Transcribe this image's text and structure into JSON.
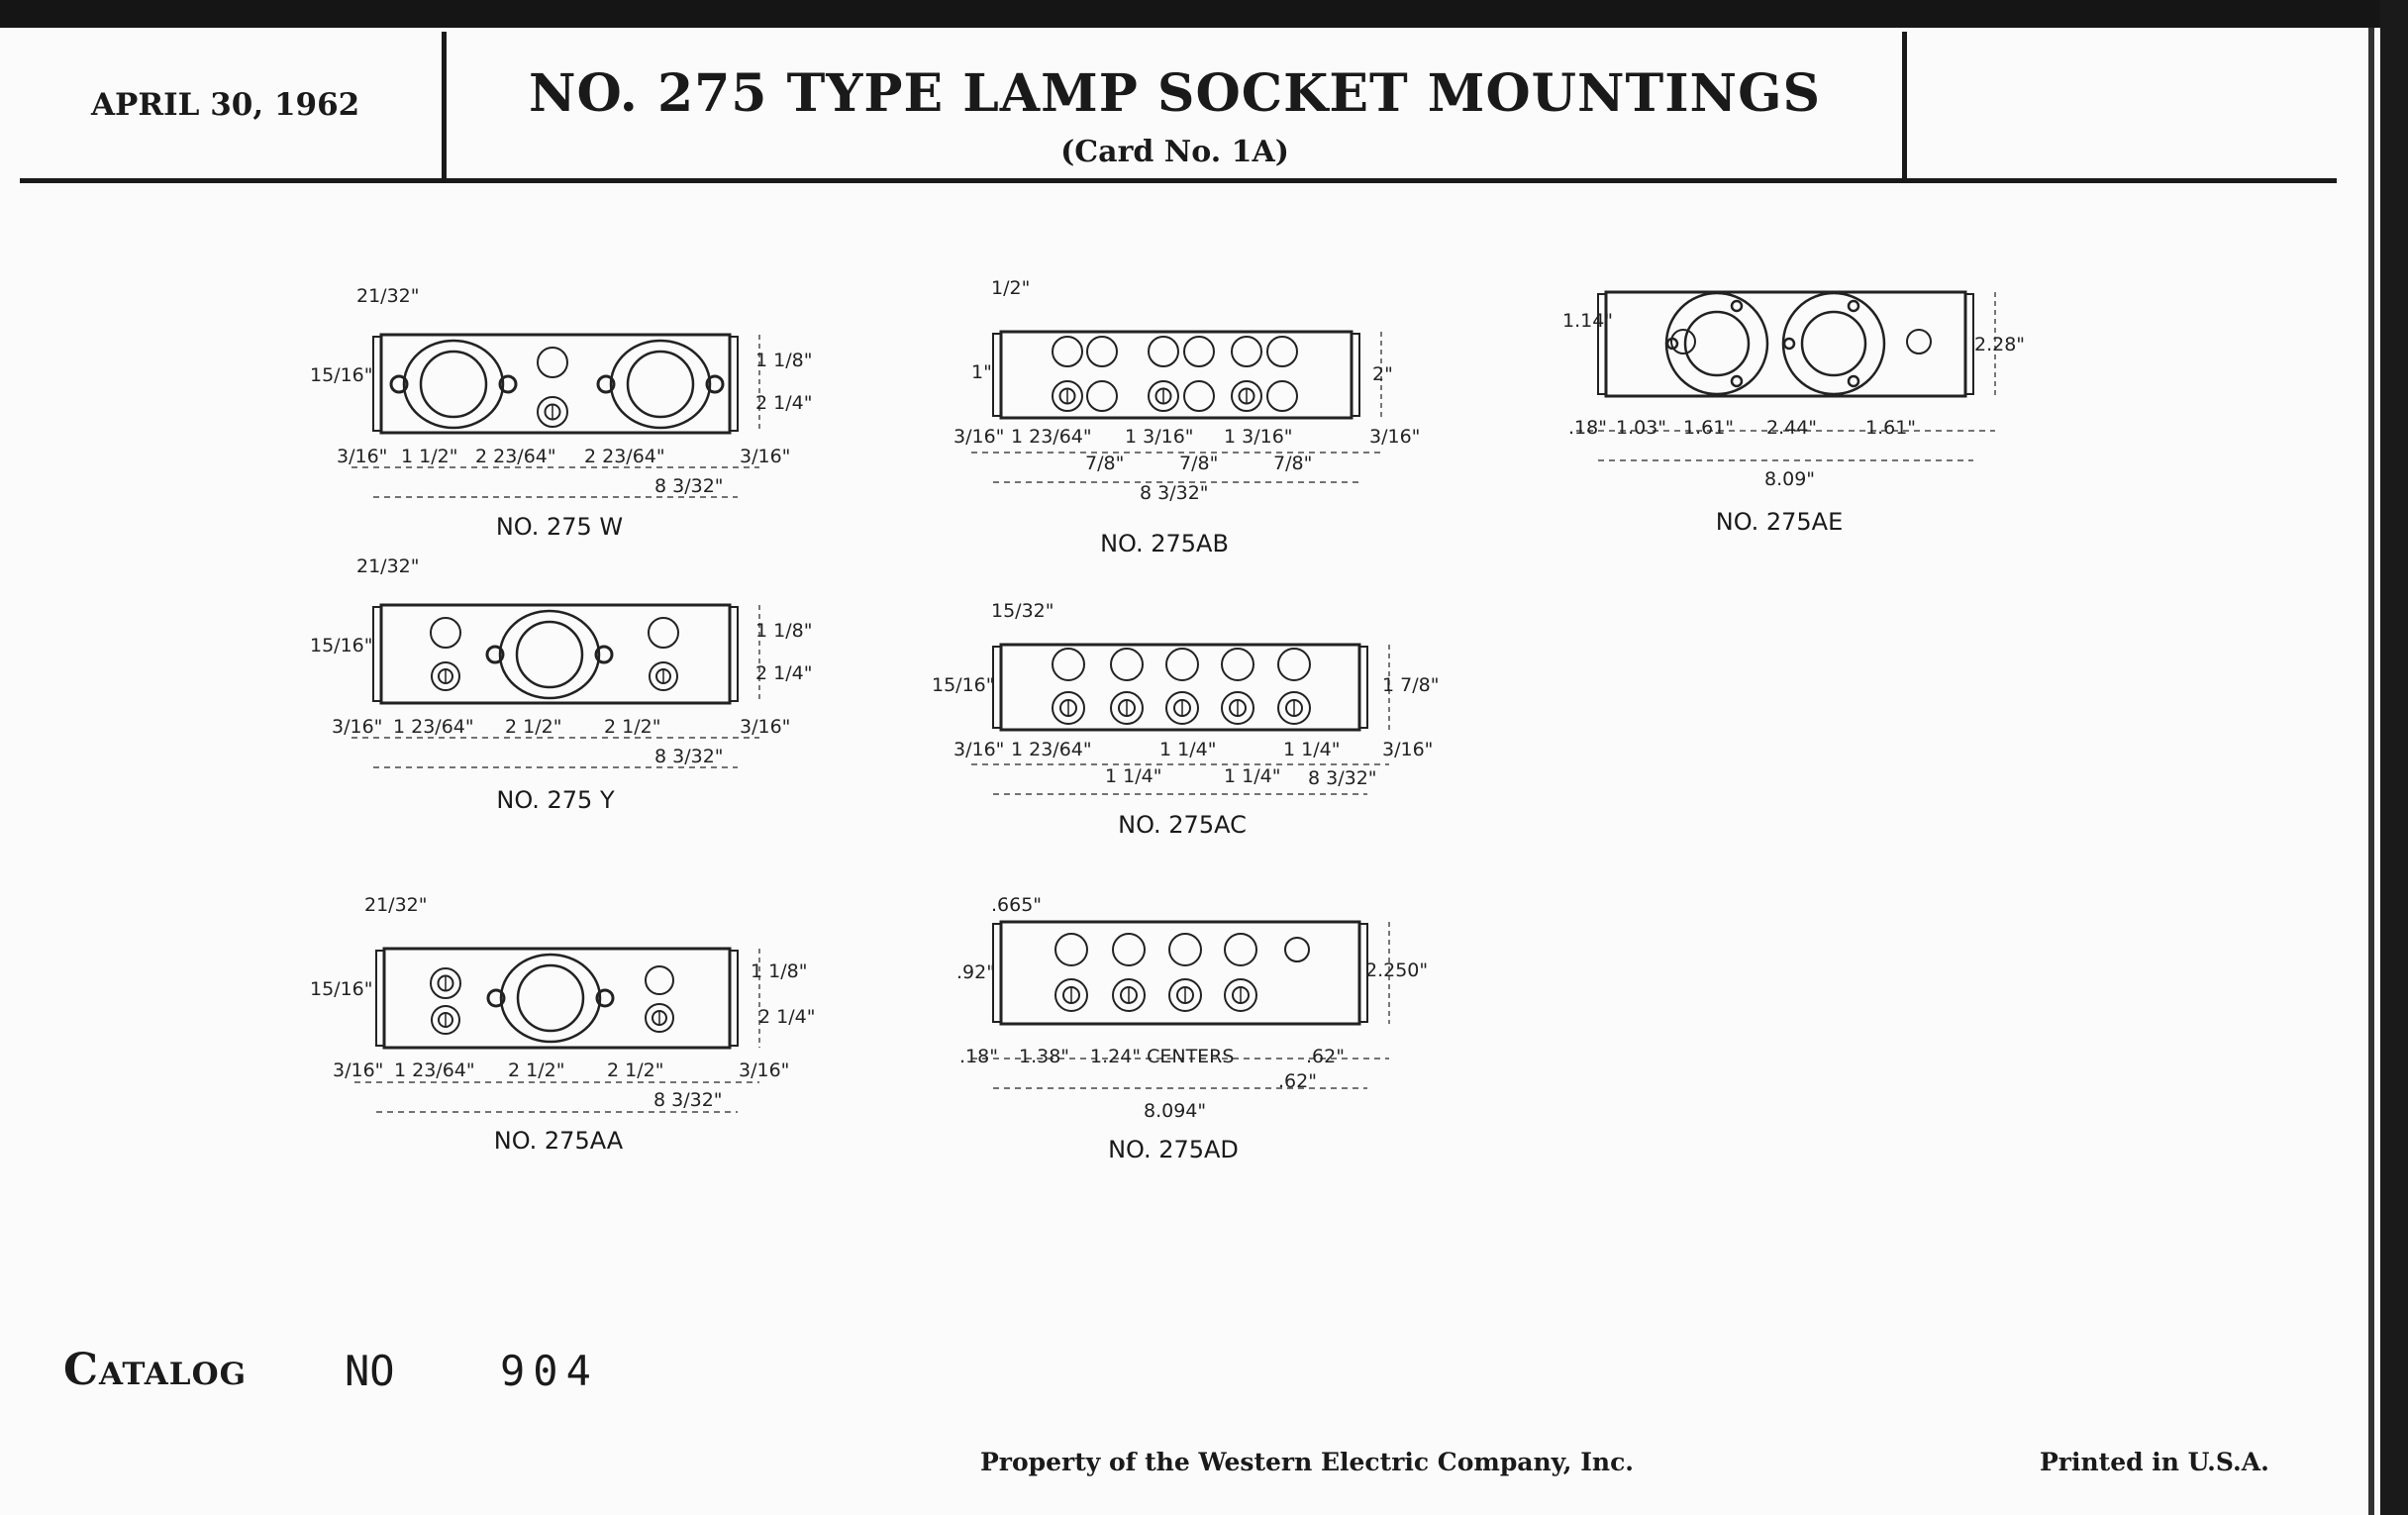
{
  "header": {
    "date": "APRIL 30, 1962",
    "title": "NO. 275 TYPE LAMP SOCKET MOUNTINGS",
    "card_no": "(Card No. 1A)"
  },
  "drawings": {
    "w": {
      "label": "NO. 275 W",
      "dims": [
        "21/32\"",
        "15/16\"",
        "1 1/8\"",
        "2 1/4\"",
        "3/16\"",
        "1 1/2\"",
        "2 23/64\"",
        "2 23/64\"",
        "3/16\"",
        "8 3/32\""
      ]
    },
    "y": {
      "label": "NO. 275 Y",
      "dims": [
        "21/32\"",
        "15/16\"",
        "1 1/8\"",
        "2 1/4\"",
        "3/16\"",
        "1 23/64\"",
        "2 1/2\"",
        "2 1/2\"",
        "3/16\"",
        "8 3/32\""
      ]
    },
    "aa": {
      "label": "NO. 275AA",
      "dims": [
        "21/32\"",
        "15/16\"",
        "1 1/8\"",
        "2 1/4\"",
        "3/16\"",
        "1 23/64\"",
        "2 1/2\"",
        "2 1/2\"",
        "3/16\"",
        "8 3/32\""
      ]
    },
    "ab": {
      "label": "NO. 275AB",
      "dims": [
        "1/2\"",
        "1\"",
        "2\"",
        "3/16\"",
        "1 23/64\"",
        "7/8\"",
        "1 3/16\"",
        "7/8\"",
        "1 3/16\"",
        "7/8\"",
        "3/16\"",
        "8 3/32\""
      ]
    },
    "ac": {
      "label": "NO. 275AC",
      "dims": [
        "15/32\"",
        "15/16\"",
        "1 7/8\"",
        "3/16\"",
        "1 23/64\"",
        "1 1/4\"",
        "1 1/4\"",
        "1 1/4\"",
        "1 1/4\"",
        "3/16\"",
        "8 3/32\""
      ]
    },
    "ad": {
      "label": "NO. 275AD",
      "dims": [
        ".665\"",
        ".92\"",
        "2.250\"",
        ".18\"",
        "1.38\"",
        "1.24\" CENTERS",
        ".62\"",
        ".62\"",
        "8.094\""
      ]
    },
    "ae": {
      "label": "NO. 275AE",
      "dims": [
        "1.14\"",
        "2.28\"",
        ".18\"",
        "1.03\"",
        "1.61\"",
        "2.44\"",
        "1.61\"",
        "8.09\""
      ]
    }
  },
  "catalog": {
    "label": "Catalog",
    "no": "NO",
    "number": "904"
  },
  "footer": {
    "property": "Property of the Western Electric Company, Inc.",
    "printed": "Printed in U.S.A."
  }
}
